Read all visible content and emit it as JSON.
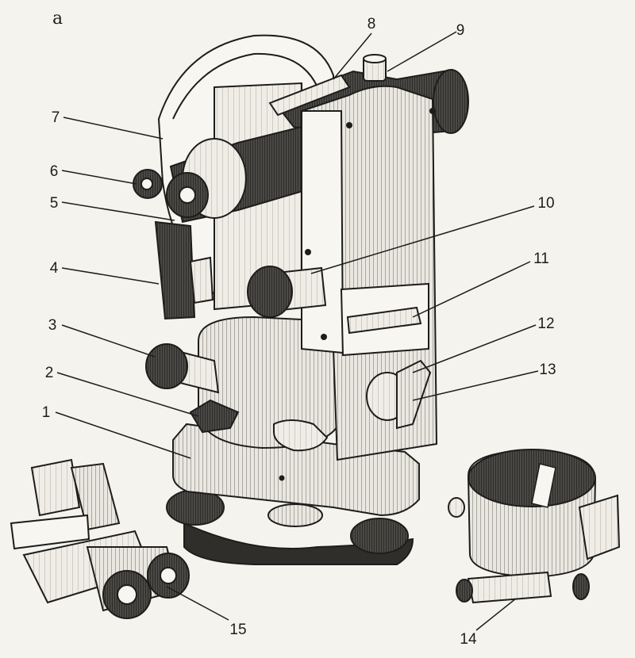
{
  "figure_letter": "а",
  "labels": [
    "1",
    "2",
    "3",
    "4",
    "5",
    "6",
    "7",
    "8",
    "9",
    "10",
    "11",
    "12",
    "13",
    "14",
    "15"
  ],
  "colors": {
    "ink": "#1d1d1b",
    "paper": "#f4f3ee",
    "light": "#e4e2da",
    "mid": "#b9b7ae",
    "dark": "#3a3936"
  }
}
